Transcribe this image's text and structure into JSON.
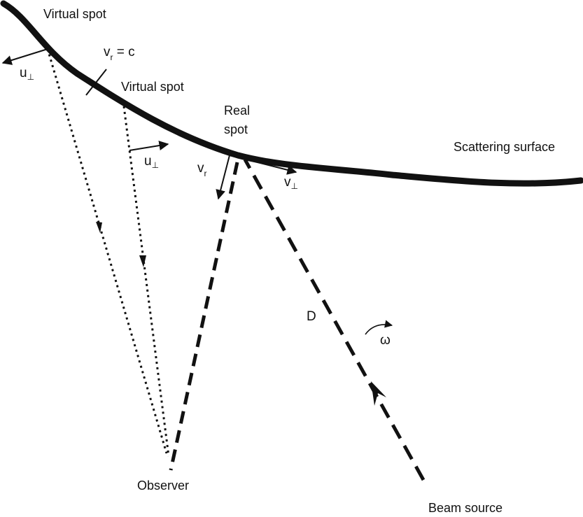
{
  "labels": {
    "virtual_spot_top": "Virtual spot",
    "virtual_spot_mid": "Virtual spot",
    "real_spot_line1": "Real",
    "real_spot_line2": "spot",
    "scattering_surface": "Scattering surface",
    "vr_eq_c_v": "v",
    "vr_eq_c_sub": "r",
    "vr_eq_c_rest": " = c",
    "u_perp_top_u": "u",
    "u_perp_top_sym": "⊥",
    "u_perp_mid_u": "u",
    "u_perp_mid_sym": "⊥",
    "vr_v": "v",
    "vr_sub": "r",
    "vperp_v": "v",
    "vperp_sym": "⊥",
    "distance": "D",
    "omega": "ω",
    "observer": "Observer",
    "beam_source": "Beam source"
  },
  "colors": {
    "ink": "#111111",
    "background": "#ffffff"
  }
}
